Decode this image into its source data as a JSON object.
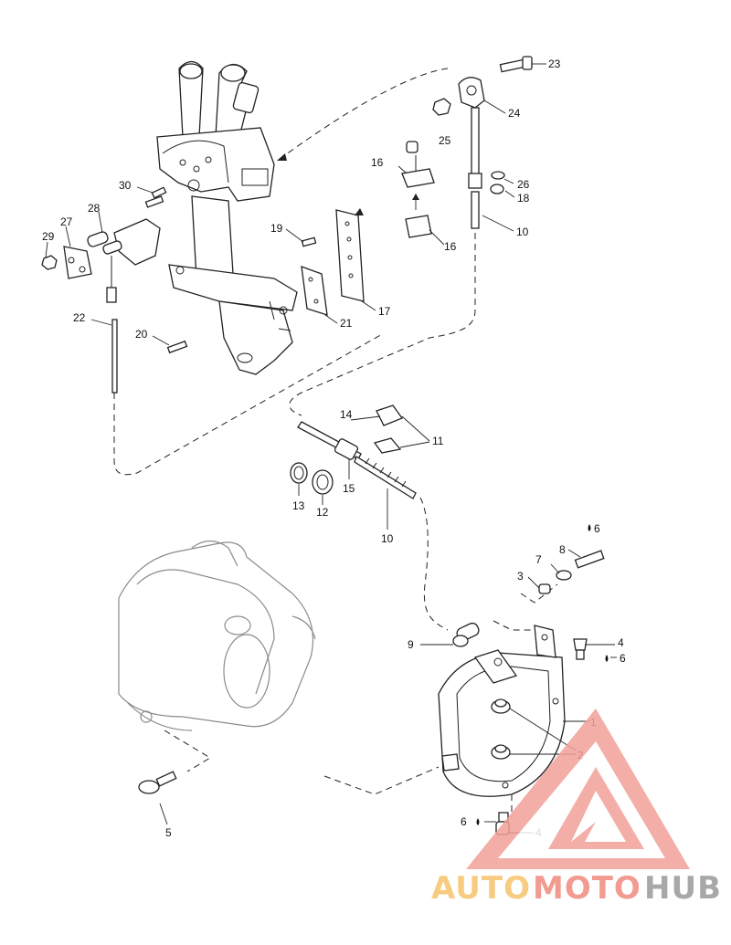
{
  "callouts": {
    "c23": "23",
    "c24": "24",
    "c25": "25",
    "c16a": "16",
    "c26": "26",
    "c18": "18",
    "c10a": "10",
    "c16b": "16",
    "c30": "30",
    "c28": "28",
    "c27": "27",
    "c29": "29",
    "c19": "19",
    "c17": "17",
    "c21": "21",
    "c22": "22",
    "c20": "20",
    "c14": "14",
    "c11": "11",
    "c15": "15",
    "c13": "13",
    "c12": "12",
    "c10b": "10",
    "c6a": "6",
    "c8": "8",
    "c7": "7",
    "c3": "3",
    "c9": "9",
    "c4a": "4",
    "c6b": "6",
    "c1": "1",
    "c2": "2",
    "c5": "5",
    "c6c": "6",
    "c4b": "4"
  },
  "watermark": {
    "part1": "AUTO",
    "part2": "MOTO",
    "part3": "HUB",
    "colors": {
      "logo": "#f2a19a",
      "auto": "#f6c46c",
      "moto": "#f08a7e",
      "hub": "#9a9a9a"
    }
  }
}
